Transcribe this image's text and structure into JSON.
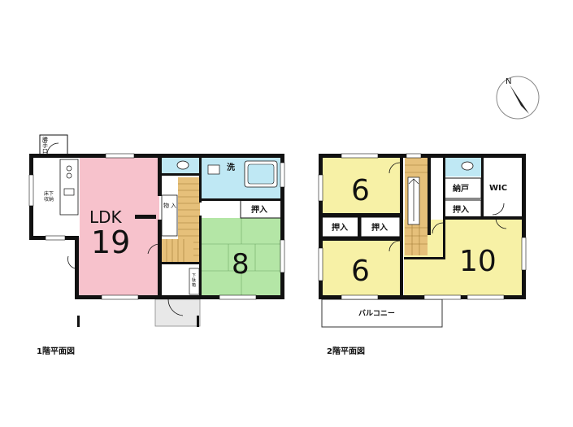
{
  "compass": {
    "north_label": "N"
  },
  "floor1": {
    "caption": "1階平面図",
    "back_door": "勝手口",
    "underfloor_storage": "床下収納",
    "ldk_name": "LDK",
    "ldk_size": "19",
    "storage_small": "物入",
    "washroom": "洗",
    "closet": "押入",
    "japanese_room_size": "8",
    "shoe_box": "下駄箱"
  },
  "floor2": {
    "caption": "2階平面図",
    "room_nw_size": "6",
    "room_sw_size": "6",
    "room_se_size": "10",
    "storeroom": "納戸",
    "wic": "WIC",
    "closet_a": "押入",
    "closet_b": "押入",
    "closet_c": "押入",
    "balcony": "バルコニー"
  },
  "colors": {
    "ldk": "#f7c2cc",
    "japanese": "#b4e6a6",
    "bedroom": "#f7f1a6",
    "wet": "#bfe8f4",
    "stairs": "#e6c07a",
    "wall": "#111111"
  }
}
